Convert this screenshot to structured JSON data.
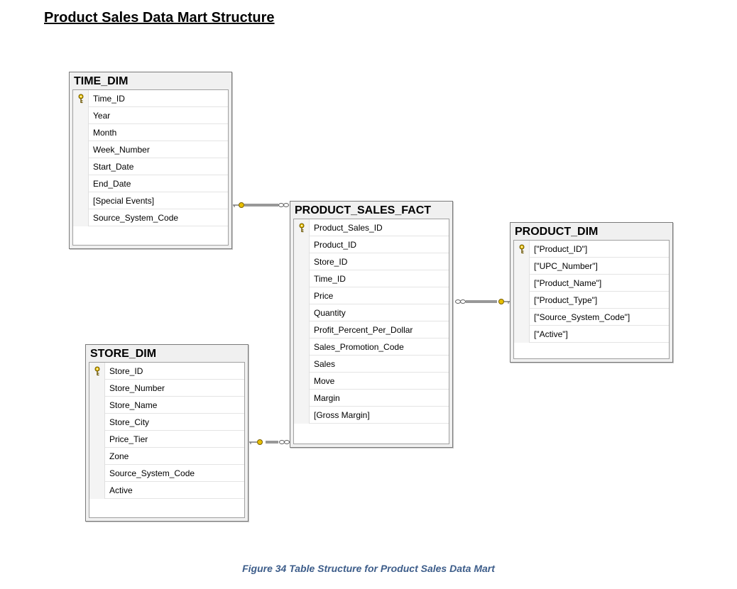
{
  "page": {
    "title": "Product Sales Data Mart Structure"
  },
  "caption": "Figure 34 Table Structure for Product Sales Data Mart",
  "colors": {
    "key_icon": "#e8c000",
    "connector": "#5a5a5a",
    "caption": "#3d5d8a"
  },
  "tables": {
    "time_dim": {
      "name": "TIME_DIM",
      "columns": [
        {
          "label": "Time_ID",
          "primary_key": true
        },
        {
          "label": "Year"
        },
        {
          "label": "Month"
        },
        {
          "label": "Week_Number"
        },
        {
          "label": "Start_Date"
        },
        {
          "label": "End_Date"
        },
        {
          "label": "[Special Events]"
        },
        {
          "label": "Source_System_Code"
        }
      ]
    },
    "product_sales_fact": {
      "name": "PRODUCT_SALES_FACT",
      "columns": [
        {
          "label": "Product_Sales_ID",
          "primary_key": true
        },
        {
          "label": "Product_ID"
        },
        {
          "label": "Store_ID"
        },
        {
          "label": "Time_ID"
        },
        {
          "label": "Price"
        },
        {
          "label": "Quantity"
        },
        {
          "label": "Profit_Percent_Per_Dollar"
        },
        {
          "label": "Sales_Promotion_Code"
        },
        {
          "label": "Sales"
        },
        {
          "label": "Move"
        },
        {
          "label": "Margin"
        },
        {
          "label": "[Gross Margin]"
        }
      ]
    },
    "product_dim": {
      "name": "PRODUCT_DIM",
      "columns": [
        {
          "label": "[\"Product_ID\"]",
          "primary_key": true
        },
        {
          "label": "[\"UPC_Number\"]"
        },
        {
          "label": "[\"Product_Name\"]"
        },
        {
          "label": "[\"Product_Type\"]"
        },
        {
          "label": "[\"Source_System_Code\"]"
        },
        {
          "label": "[\"Active\"]"
        }
      ]
    },
    "store_dim": {
      "name": "STORE_DIM",
      "columns": [
        {
          "label": "Store_ID",
          "primary_key": true
        },
        {
          "label": "Store_Number"
        },
        {
          "label": "Store_Name"
        },
        {
          "label": "Store_City"
        },
        {
          "label": "Price_Tier"
        },
        {
          "label": "Zone"
        },
        {
          "label": "Source_System_Code"
        },
        {
          "label": "Active"
        }
      ]
    }
  },
  "relationships": [
    {
      "from": "time_dim",
      "to": "product_sales_fact",
      "from_end": "key",
      "to_end": "infinity"
    },
    {
      "from": "store_dim",
      "to": "product_sales_fact",
      "from_end": "key",
      "to_end": "infinity"
    },
    {
      "from": "product_dim",
      "to": "product_sales_fact",
      "from_end": "key",
      "to_end": "infinity"
    }
  ]
}
